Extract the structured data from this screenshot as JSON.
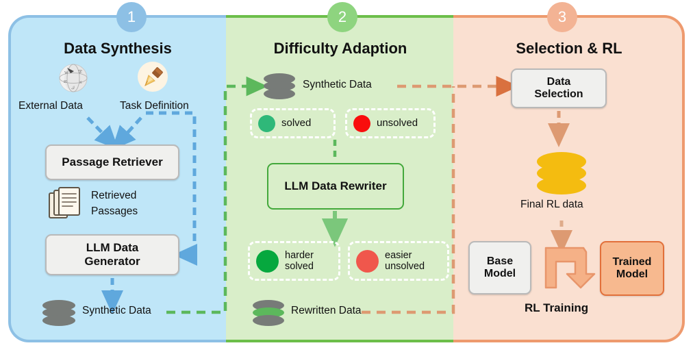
{
  "figure": {
    "panels": [
      {
        "step": "1",
        "title": "Data Synthesis",
        "accent": "#8dc0e5",
        "fill": "#bfe6f8",
        "nodes": {
          "external_data": "External Data",
          "task_definition": "Task Definition",
          "passage_retriever": "Passage Retriever",
          "retrieved_passages_line1": "Retrieved",
          "retrieved_passages_line2": "Passages",
          "llm_generator_line1": "LLM Data",
          "llm_generator_line2": "Generator",
          "synthetic_data": "Synthetic Data"
        },
        "icons": {
          "external_data": "globe-icon",
          "task_definition": "pen-icon",
          "retrieved_passages": "documents-icon",
          "synthetic_data": "database-icon"
        }
      },
      {
        "step": "2",
        "title": "Difficulty Adaption",
        "accent": "#6cbe4a",
        "fill": "#d9eec9",
        "nodes": {
          "synthetic_data": "Synthetic Data",
          "solved": "solved",
          "unsolved": "unsolved",
          "llm_rewriter": "LLM Data Rewriter",
          "harder_line1": "harder",
          "harder_line2": "solved",
          "easier_line1": "easier",
          "easier_line2": "unsolved",
          "rewritten_data": "Rewritten Data"
        },
        "status_colors": {
          "solved": "#2fb879",
          "unsolved": "#f90d0d",
          "harder_solved": "#06a83e",
          "easier_unsolved": "#f0574c"
        },
        "icons": {
          "synthetic_data": "database-icon",
          "rewritten_data": "database-icon"
        }
      },
      {
        "step": "3",
        "title": "Selection & RL",
        "accent": "#ee9a6e",
        "fill": "#fae0d1",
        "nodes": {
          "data_selection_line1": "Data",
          "data_selection_line2": "Selection",
          "final_rl_data": "Final RL data",
          "base_model_line1": "Base",
          "base_model_line2": "Model",
          "trained_model_line1": "Trained",
          "trained_model_line2": "Model",
          "rl_training": "RL Training"
        },
        "icons": {
          "final_rl_data": "database-icon",
          "rl_training": "loop-arrow-icon"
        }
      }
    ],
    "flow_colors": {
      "blue_arrow": "#5fa8dd",
      "green_arrow": "#5cb85c",
      "orange_arrow": "#dd9a72"
    }
  }
}
